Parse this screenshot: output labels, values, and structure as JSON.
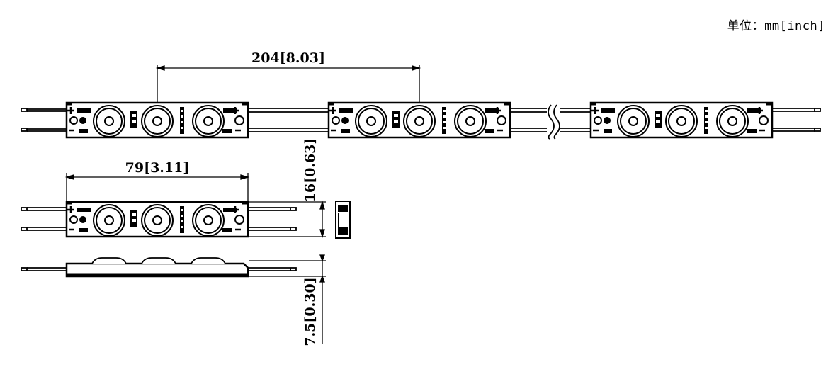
{
  "unit_label": "单位：mm[inch]",
  "dimensions": {
    "pitch": "204[8.03]",
    "length": "79[3.11]",
    "width": "16[0.63]",
    "height": "7.5[0.30]"
  }
}
